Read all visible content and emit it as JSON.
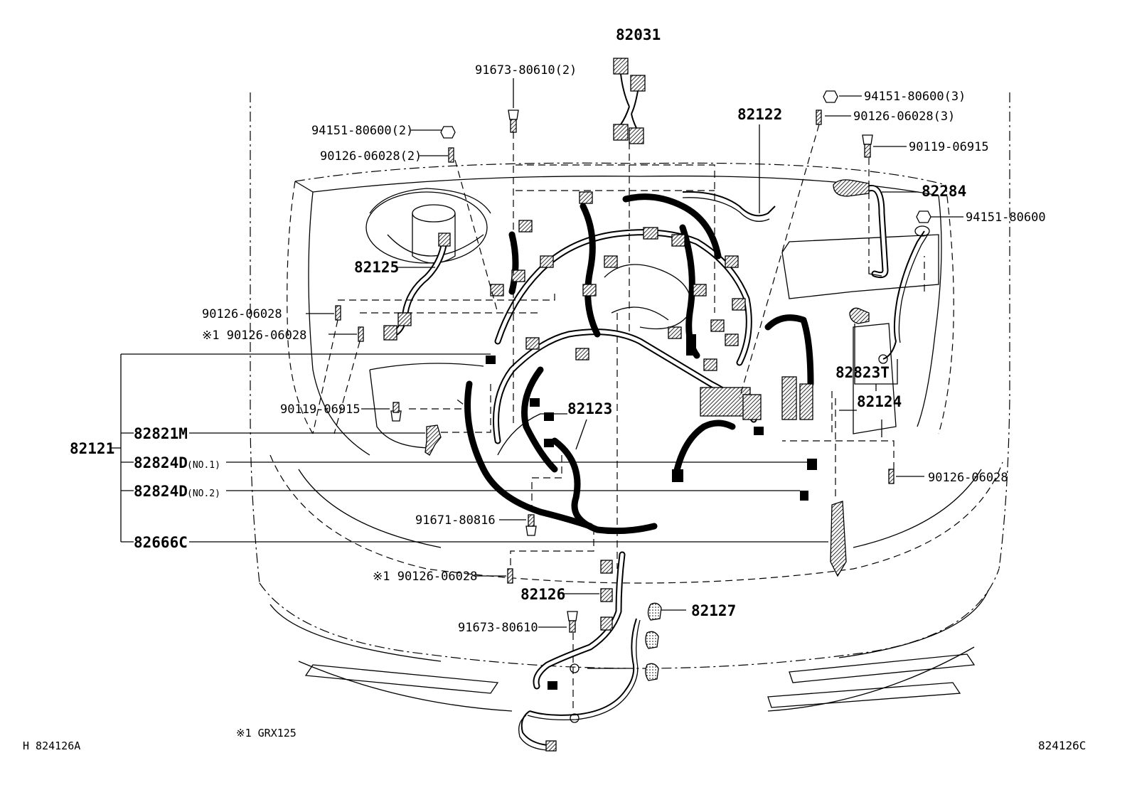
{
  "parts": {
    "p82031": "82031",
    "p91673_2": "91673-80610(2)",
    "p94151_3": "94151-80600(3)",
    "p90126_3": "90126-06028(3)",
    "p82122": "82122",
    "p90119_r": "90119-06915",
    "p94151_2": "94151-80600(2)",
    "p90126_2": "90126-06028(2)",
    "p82284": "82284",
    "p94151": "94151-80600",
    "p82125": "82125",
    "p90126_a": "90126-06028",
    "p90126_b": "※1 90126-06028",
    "p82823T": "82823T",
    "p82124": "82124",
    "p90119_l": "90119-06915",
    "p82123": "82123",
    "p82121": "82121",
    "p82821M": "82821M",
    "p82824D1": "82824D",
    "p82824D1_note": "(NO.1)",
    "p82824D2": "82824D",
    "p82824D2_note": "(NO.2)",
    "p90126_r": "90126-06028",
    "p91671": "91671-80816",
    "p82666C": "82666C",
    "p90126_c": "※1 90126-06028",
    "p82126": "82126",
    "p82127": "82127",
    "p91673": "91673-80610"
  },
  "footer": {
    "left_code": "H 824126A",
    "note": "※1 GRX125",
    "right_code": "824126C"
  }
}
